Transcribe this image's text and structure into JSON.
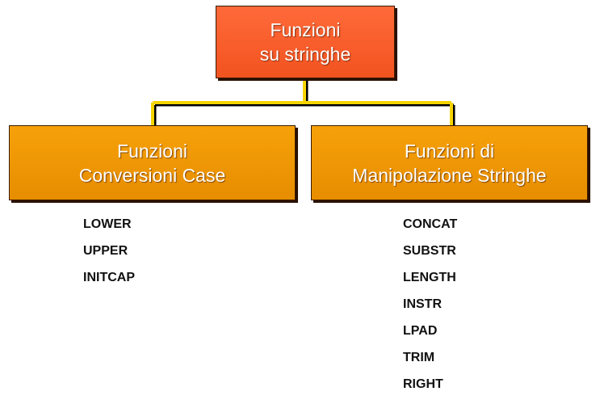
{
  "root": {
    "line1": "Funzioni",
    "line2": "su stringhe",
    "color": "#f2531f"
  },
  "branches": [
    {
      "line1": "Funzioni",
      "line2": "Conversioni Case",
      "color": "#f39a00",
      "functions": [
        "LOWER",
        "UPPER",
        "INITCAP"
      ]
    },
    {
      "line1": "Funzioni di",
      "line2": "Manipolazione Stringhe",
      "color": "#f39a00",
      "functions": [
        "CONCAT",
        "SUBSTR",
        "LENGTH",
        "INSTR",
        "LPAD",
        "TRIM",
        "RIGHT"
      ]
    }
  ],
  "connector_color": "#f5d400"
}
